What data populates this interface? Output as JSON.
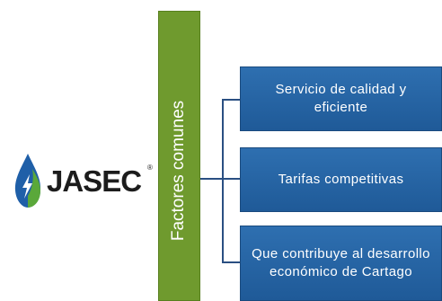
{
  "logo": {
    "text": "JASEC",
    "reg_mark": "®"
  },
  "factors": {
    "title": "Factores comunes",
    "items": [
      {
        "text": "Servicio de calidad y eficiente"
      },
      {
        "text": "Tarifas competitivas"
      },
      {
        "text": "Que contribuye al desarrollo económico de Cartago"
      }
    ]
  },
  "colors": {
    "green_bar": "#6f9a2e",
    "blue_box": "#2466a6",
    "logo_green": "#5aa83a",
    "logo_blue": "#1f5fa8"
  },
  "icons": [
    "water-drop-leaf-icon",
    "lightning-bolt-icon"
  ]
}
